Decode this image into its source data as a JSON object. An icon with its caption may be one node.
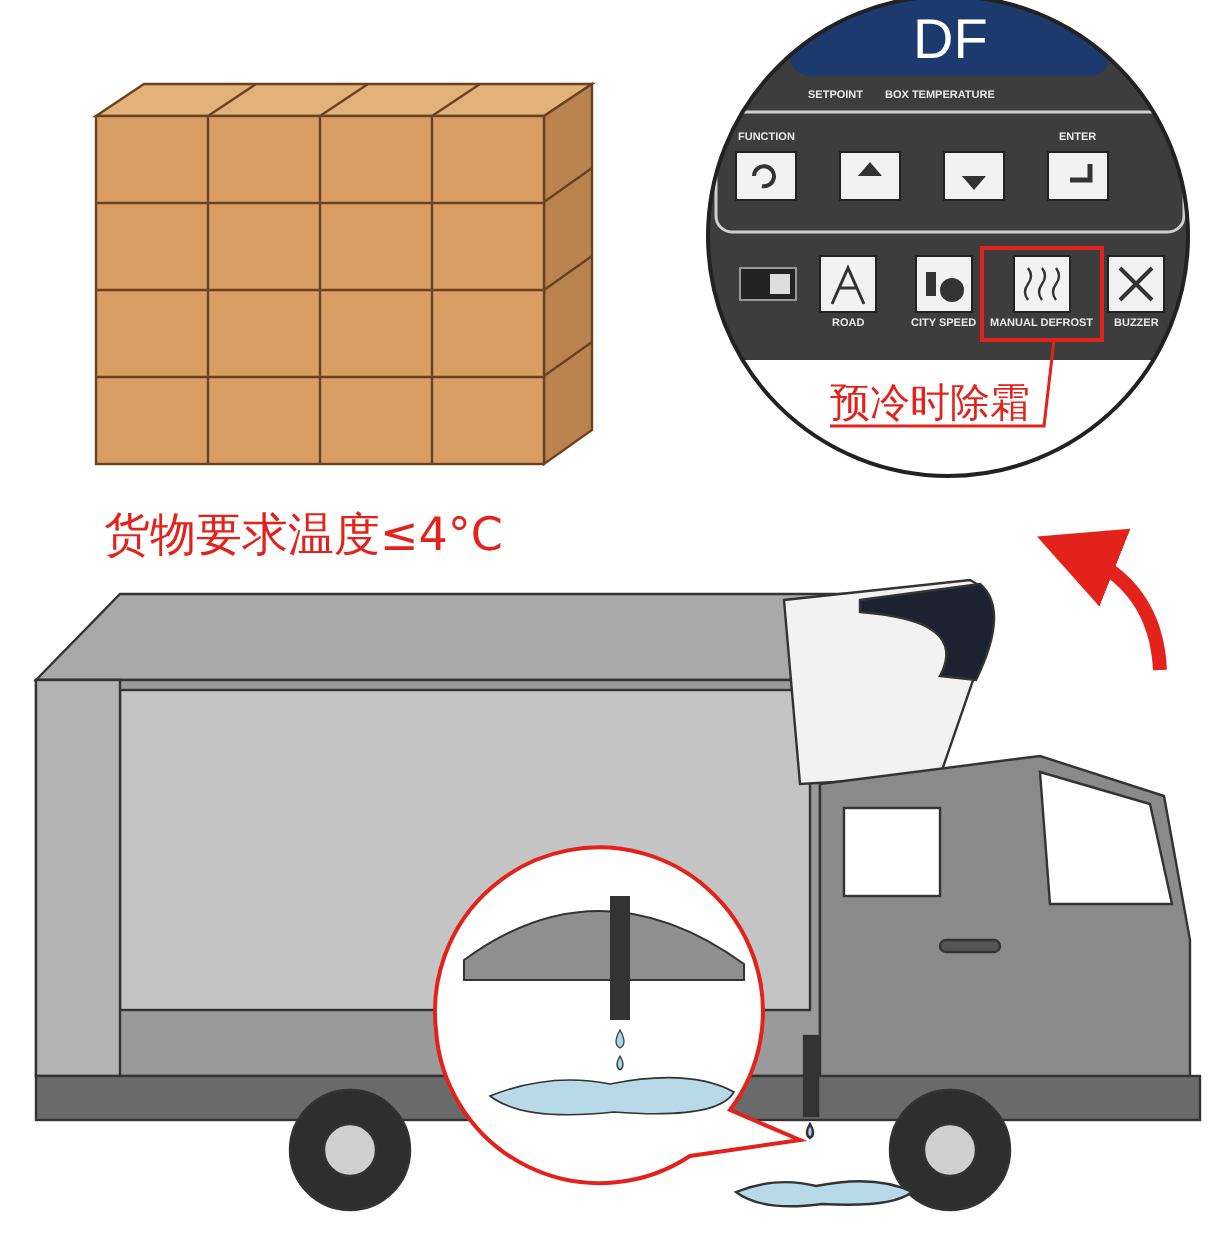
{
  "diagram": {
    "nodes": [
      {
        "text": [
          "MANUAL DEFROST"
        ]
      },
      {
        "text": [
          "预冷时除霜"
        ]
      }
    ],
    "edges": [
      {
        "from": 1,
        "to": 0,
        "arrow": "none"
      }
    ],
    "labels": [
      "DF",
      "SETPOINT",
      "BOX TEMPERATURE",
      "FUNCTION",
      "ENTER",
      "ROAD",
      "CITY SPEED",
      "BUZZER",
      "货物要求温度≤4°C"
    ]
  }
}
